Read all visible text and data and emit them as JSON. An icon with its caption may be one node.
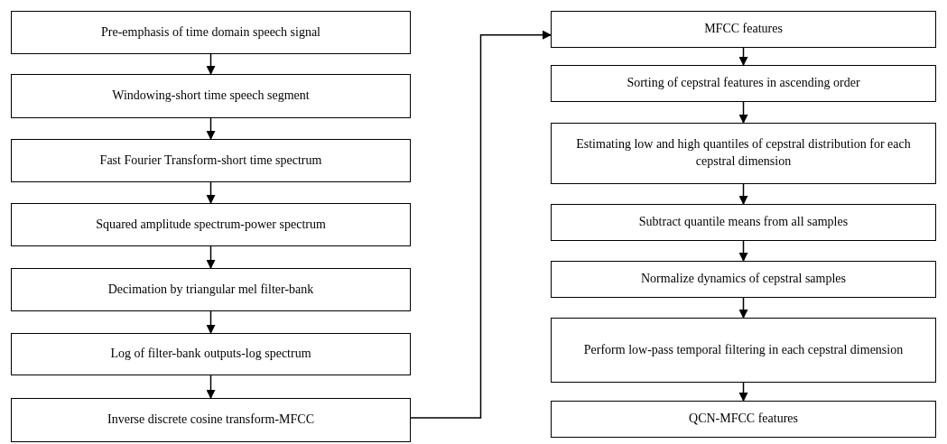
{
  "diagram": {
    "nodes": [
      {
        "text": [
          "Pre-emphasis of time domain speech signal"
        ]
      },
      {
        "text": [
          "Windowing-short time speech segment"
        ]
      },
      {
        "text": [
          "Fast Fourier Transform-short time spectrum"
        ]
      },
      {
        "text": [
          "Squared amplitude spectrum-power spectrum"
        ]
      },
      {
        "text": [
          "Decimation by triangular mel filter-bank"
        ]
      },
      {
        "text": [
          "Log of filter-bank outputs-log spectrum"
        ]
      },
      {
        "text": [
          "Inverse discrete cosine transform-MFCC"
        ]
      },
      {
        "text": [
          "MFCC features"
        ]
      },
      {
        "text": [
          "Sorting of cepstral features in ascending order"
        ]
      },
      {
        "text": [
          "Estimating low and high quantiles of cepstral distribution for each cepstral dimension"
        ]
      },
      {
        "text": [
          "Subtract quantile means from all samples"
        ]
      },
      {
        "text": [
          "Normalize dynamics of cepstral samples"
        ]
      },
      {
        "text": [
          "Perform low-pass temporal filtering in each cepstral dimension"
        ]
      },
      {
        "text": [
          "QCN-MFCC features"
        ]
      }
    ],
    "edges": [
      {
        "from": 0,
        "to": 1,
        "arrow": "to"
      },
      {
        "from": 1,
        "to": 2,
        "arrow": "to"
      },
      {
        "from": 2,
        "to": 3,
        "arrow": "to"
      },
      {
        "from": 3,
        "to": 4,
        "arrow": "to"
      },
      {
        "from": 4,
        "to": 5,
        "arrow": "to"
      },
      {
        "from": 5,
        "to": 6,
        "arrow": "to"
      },
      {
        "from": 6,
        "to": 7,
        "arrow": "to"
      },
      {
        "from": 7,
        "to": 8,
        "arrow": "to"
      },
      {
        "from": 8,
        "to": 9,
        "arrow": "to"
      },
      {
        "from": 9,
        "to": 10,
        "arrow": "to"
      },
      {
        "from": 10,
        "to": 11,
        "arrow": "to"
      },
      {
        "from": 11,
        "to": 12,
        "arrow": "to"
      },
      {
        "from": 12,
        "to": 13,
        "arrow": "to"
      }
    ]
  }
}
